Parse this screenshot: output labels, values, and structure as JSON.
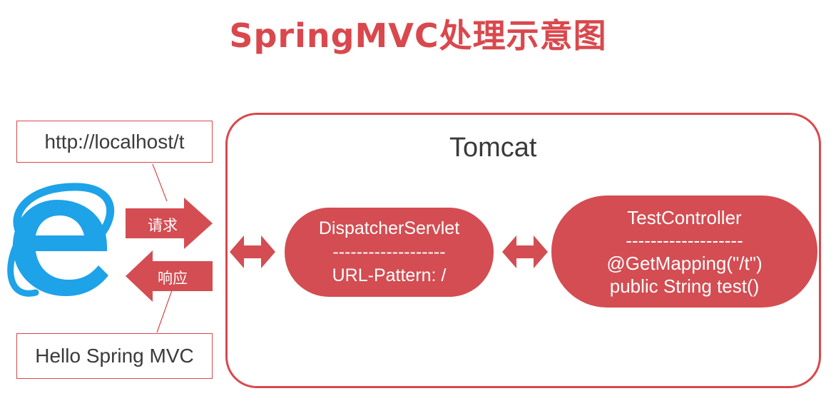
{
  "title": "SpringMVC处理示意图",
  "client": {
    "browser_icon": "internet-explorer-icon",
    "request_url": "http://localhost/t",
    "response_text": "Hello Spring MVC"
  },
  "arrows": {
    "request_label": "请求",
    "response_label": "响应"
  },
  "tomcat": {
    "label": "Tomcat",
    "dispatcher": {
      "name": "DispatcherServlet",
      "divider": "-------------------",
      "pattern": "URL-Pattern: /"
    },
    "controller": {
      "name": "TestController",
      "divider": "-------------------",
      "annotation": "@GetMapping(\"/t\")",
      "method": "public String test()"
    }
  },
  "colors": {
    "accent": "#d9484d",
    "ie_blue": "#1ea2e8"
  }
}
